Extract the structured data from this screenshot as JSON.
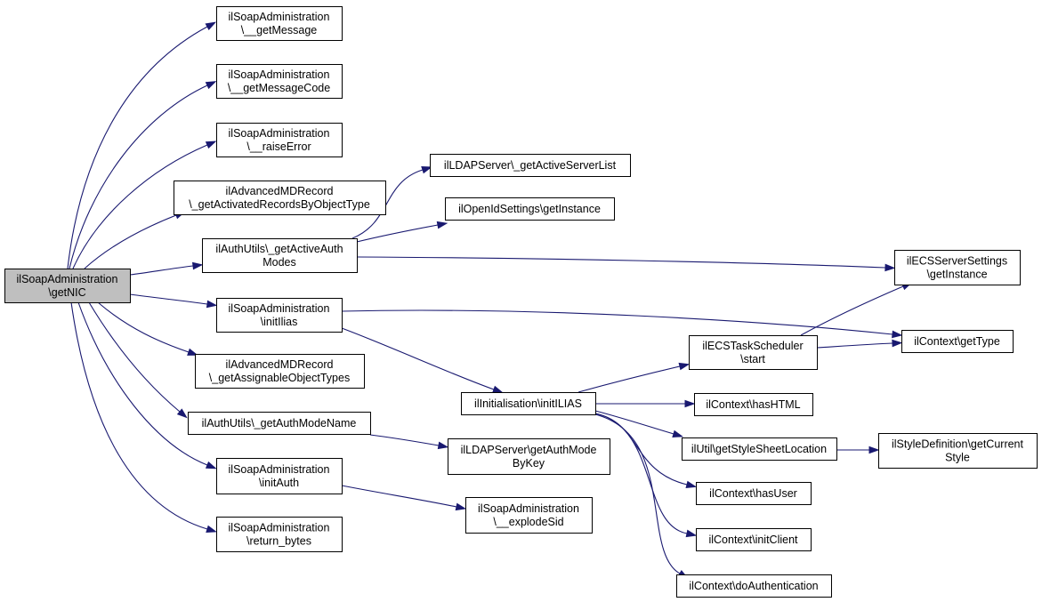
{
  "colors": {
    "edge": "#191970",
    "root_fill": "#bfbfbf",
    "node_fill": "#ffffff",
    "node_border": "#000000"
  },
  "nodes": {
    "getNIC": {
      "lines": [
        "ilSoapAdministration",
        "\\getNIC"
      ]
    },
    "getMessage": {
      "lines": [
        "ilSoapAdministration",
        "\\__getMessage"
      ]
    },
    "getMessageCode": {
      "lines": [
        "ilSoapAdministration",
        "\\__getMessageCode"
      ]
    },
    "raiseError": {
      "lines": [
        "ilSoapAdministration",
        "\\__raiseError"
      ]
    },
    "getActivatedRecords": {
      "lines": [
        "ilAdvancedMDRecord",
        "\\_getActivatedRecordsByObjectType"
      ]
    },
    "getActiveAuthModes": {
      "lines": [
        "ilAuthUtils\\_getActiveAuth",
        "Modes"
      ]
    },
    "initIlias": {
      "lines": [
        "ilSoapAdministration",
        "\\initIlias"
      ]
    },
    "getAssignableTypes": {
      "lines": [
        "ilAdvancedMDRecord",
        "\\_getAssignableObjectTypes"
      ]
    },
    "getAuthModeName": {
      "lines": [
        "ilAuthUtils\\_getAuthModeName"
      ]
    },
    "initAuth": {
      "lines": [
        "ilSoapAdministration",
        "\\initAuth"
      ]
    },
    "returnBytes": {
      "lines": [
        "ilSoapAdministration",
        "\\return_bytes"
      ]
    },
    "getActiveServerList": {
      "lines": [
        "ilLDAPServer\\_getActiveServerList"
      ]
    },
    "openIdGetInstance": {
      "lines": [
        "ilOpenIdSettings\\getInstance"
      ]
    },
    "initILIAS": {
      "lines": [
        "ilInitialisation\\initILIAS"
      ]
    },
    "getAuthModeByKey": {
      "lines": [
        "ilLDAPServer\\getAuthMode",
        "ByKey"
      ]
    },
    "explodeSid": {
      "lines": [
        "ilSoapAdministration",
        "\\__explodeSid"
      ]
    },
    "ecsTaskStart": {
      "lines": [
        "ilECSTaskScheduler",
        "\\start"
      ]
    },
    "hasHTML": {
      "lines": [
        "ilContext\\hasHTML"
      ]
    },
    "getStyleSheetLocation": {
      "lines": [
        "ilUtil\\getStyleSheetLocation"
      ]
    },
    "hasUser": {
      "lines": [
        "ilContext\\hasUser"
      ]
    },
    "initClient": {
      "lines": [
        "ilContext\\initClient"
      ]
    },
    "doAuthentication": {
      "lines": [
        "ilContext\\doAuthentication"
      ]
    },
    "ecsGetInstance": {
      "lines": [
        "ilECSServerSettings",
        "\\getInstance"
      ]
    },
    "getType": {
      "lines": [
        "ilContext\\getType"
      ]
    },
    "getCurrentStyle": {
      "lines": [
        "ilStyleDefinition\\getCurrent",
        "Style"
      ]
    }
  }
}
